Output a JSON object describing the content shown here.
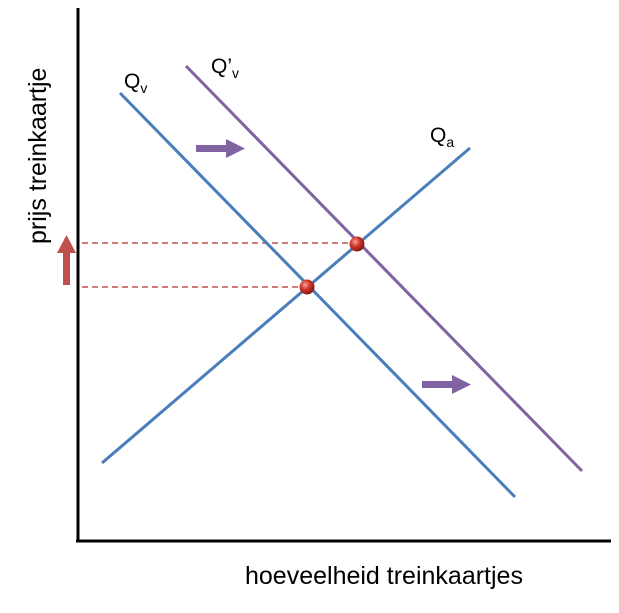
{
  "axes": {
    "x_label": "hoeveelheid treinkaartjes",
    "y_label": "prijs treinkaartje"
  },
  "curves": {
    "demand": {
      "label": "Q",
      "subscript": "v",
      "color": "#4a7ebb"
    },
    "demand_shifted": {
      "label": "Q’",
      "subscript": "v",
      "color": "#8064a2"
    },
    "supply": {
      "label": "Q",
      "subscript": "a",
      "color": "#4a7ebb"
    }
  },
  "colors": {
    "axis": "#000000",
    "shift_arrow": "#8064a2",
    "price_arrow": "#c0504d",
    "guide_line": "#c0504d",
    "equilibrium_point": "#c0392b"
  },
  "icons": {
    "shift_arrow": "right-arrow-icon",
    "price_arrow": "up-arrow-icon"
  }
}
